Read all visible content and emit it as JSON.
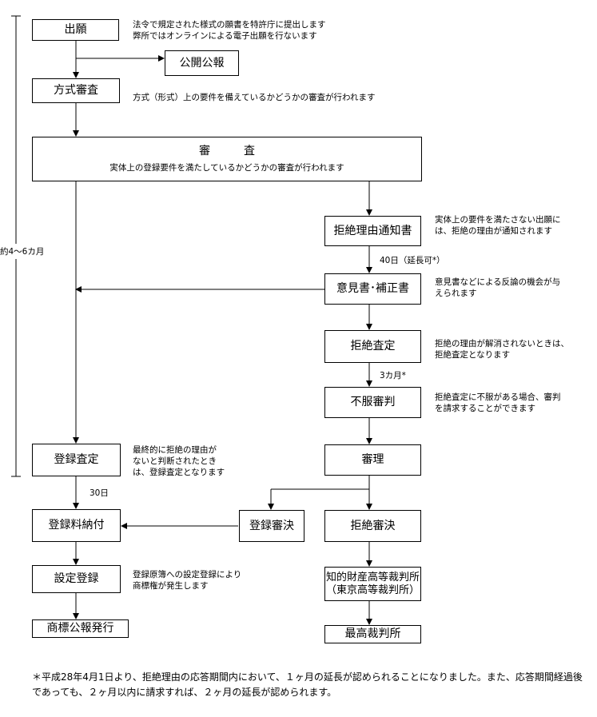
{
  "nodes": {
    "application": "出願",
    "publication": "公開公報",
    "formal_exam": "方式審査",
    "exam_title": "審　　　査",
    "exam_sub": "実体上の登録要件を満たしているかどうかの審査が行われます",
    "refusal_notice": "拒絶理由通知書",
    "opinion": "意見書･補正書",
    "refusal_decision": "拒絶査定",
    "appeal": "不服審判",
    "trial": "審理",
    "reg_decision": "登録査定",
    "reg_trial_decision": "登録審決",
    "refusal_trial_decision": "拒絶審決",
    "fee_payment": "登録料納付",
    "registration": "設定登録",
    "ip_court_line1": "知的財産高等裁判所",
    "ip_court_line2": "（東京高等裁判所）",
    "supreme_court": "最高裁判所",
    "gazette": "商標公報発行"
  },
  "notes": {
    "application": "法令で規定された様式の願書を特許庁に提出します\n弊所ではオンラインによる電子出願を行ないます",
    "formal_exam": "方式（形式）上の要件を備えているかどうかの審査が行われます",
    "refusal_notice": "実体上の要件を満たさない出願に\nは、拒絶の理由が通知されます",
    "opinion": "意見書などによる反論の機会が与\nえられます",
    "refusal_decision": "拒絶の理由が解消されないときは、\n拒絶査定となります",
    "appeal": "拒絶査定に不服がある場合、審判\nを請求することができます",
    "reg_decision": "最終的に拒絶の理由が\nないと判断されたとき\nは、登録査定となります",
    "registration": "登録原簿への設定登録により\n商標権が発生します"
  },
  "labels": {
    "period": "約4～6カ月",
    "days40": "40日（延長可*）",
    "months3": "3カ月*",
    "days30": "30日"
  },
  "footnote": "＊平成28年4月1日より、拒絶理由の応答期間内において、１ヶ月の延長が認められることになりました。また、応答期間経過後であっても、２ヶ月以内に請求すれば、２ヶ月の延長が認められます。"
}
